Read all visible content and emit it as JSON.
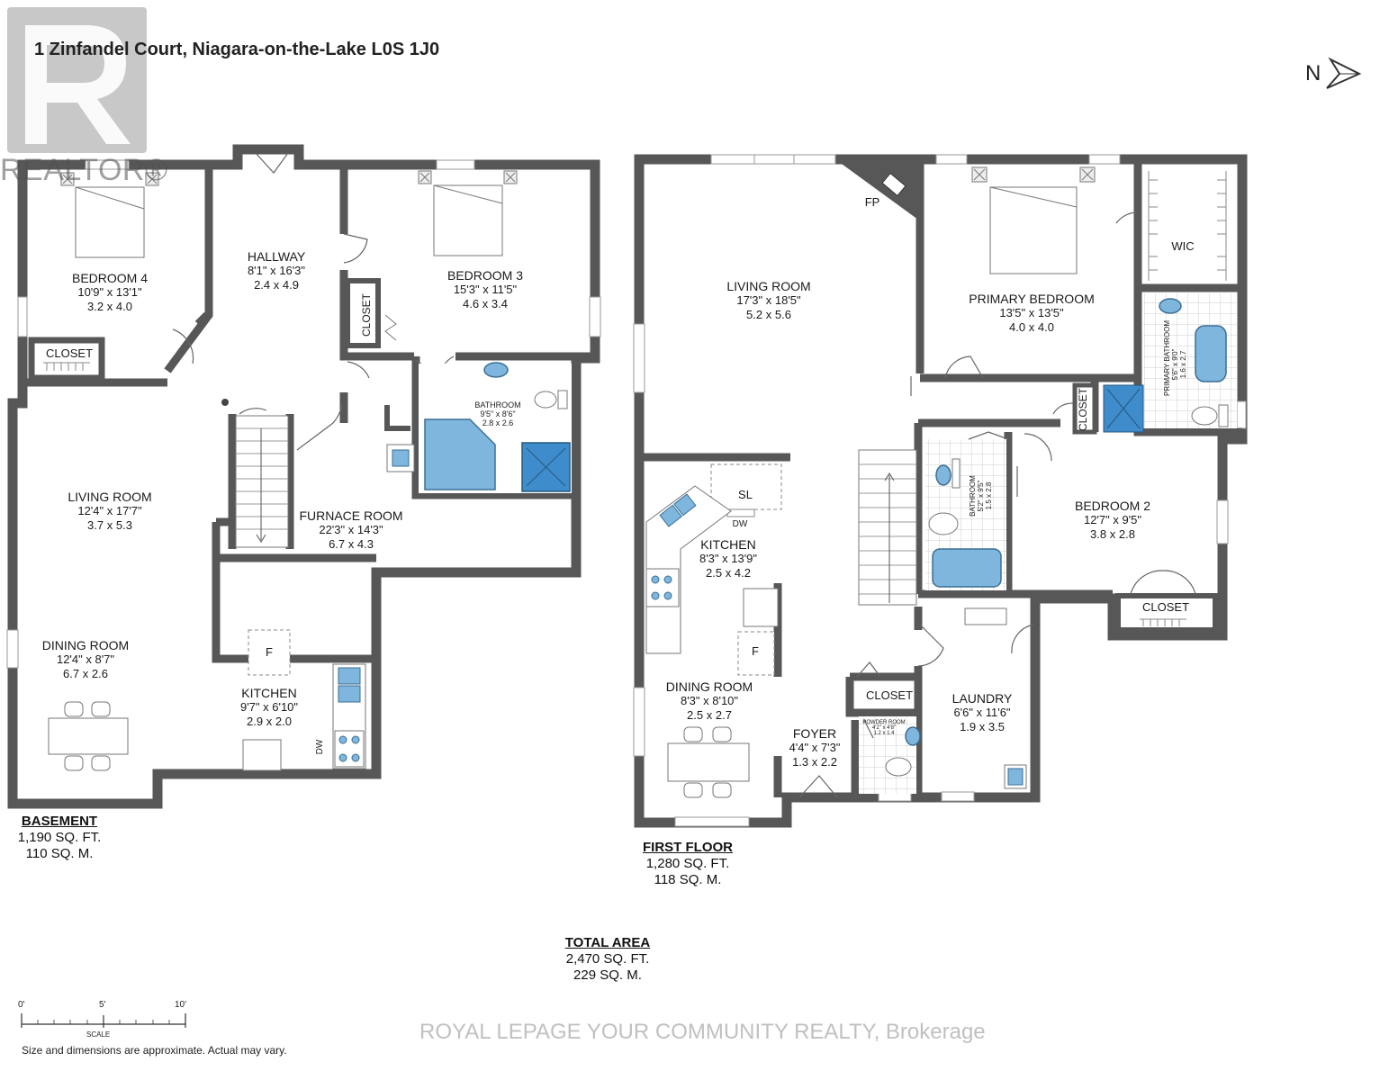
{
  "title": "1 Zinfandel Court, Niagara-on-the-Lake L0S 1J0",
  "north": "N",
  "logo_text": "REALTOR®",
  "watermark": "ROYAL LEPAGE YOUR COMMUNITY REALTY, Brokerage",
  "colors": {
    "wall": "#575757",
    "fixture_blue": "#7fb6dd",
    "fixture_stroke": "#3b6e94",
    "tile": "#cfcfcf"
  },
  "basement": {
    "name": "BASEMENT",
    "sqft": "1,190 SQ. FT.",
    "sqm": "110 SQ. M.",
    "rooms": {
      "bedroom4": {
        "name": "BEDROOM 4",
        "dim_ft": "10'9\" x 13'1\"",
        "dim_m": "3.2 x 4.0"
      },
      "hallway": {
        "name": "HALLWAY",
        "dim_ft": "8'1\" x 16'3\"",
        "dim_m": "2.4 x 4.9"
      },
      "bedroom3": {
        "name": "BEDROOM 3",
        "dim_ft": "15'3\" x 11'5\"",
        "dim_m": "4.6 x 3.4"
      },
      "closet_b4": {
        "name": "CLOSET"
      },
      "closet_b3": {
        "name": "CLOSET"
      },
      "bathroom": {
        "name": "BATHROOM",
        "dim_ft": "9'5\" x 8'6\"",
        "dim_m": "2.8 x 2.6"
      },
      "living": {
        "name": "LIVING ROOM",
        "dim_ft": "12'4\" x 17'7\"",
        "dim_m": "3.7 x 5.3"
      },
      "furnace": {
        "name": "FURNACE ROOM",
        "dim_ft": "22'3\" x 14'3\"",
        "dim_m": "6.7 x 4.3"
      },
      "dining": {
        "name": "DINING ROOM",
        "dim_ft": "12'4\" x 8'7\"",
        "dim_m": "6.7 x 2.6"
      },
      "kitchen": {
        "name": "KITCHEN",
        "dim_ft": "9'7\" x 6'10\"",
        "dim_m": "2.9 x 2.0"
      },
      "fridge": "F",
      "dishwasher": "DW"
    }
  },
  "first_floor": {
    "name": "FIRST FLOOR",
    "sqft": "1,280 SQ. FT.",
    "sqm": "118 SQ. M.",
    "rooms": {
      "living": {
        "name": "LIVING ROOM",
        "dim_ft": "17'3\" x 18'5\"",
        "dim_m": "5.2 x 5.6"
      },
      "fireplace": "FP",
      "primary": {
        "name": "PRIMARY BEDROOM",
        "dim_ft": "13'5\" x 13'5\"",
        "dim_m": "4.0 x 4.0"
      },
      "wic": "WIC",
      "primary_bath": {
        "name": "PRIMARY BATHROOM",
        "dim_ft": "5'6\" x 9'0\"",
        "dim_m": "1.6 x 2.7"
      },
      "closet_primary": "CLOSET",
      "kitchen": {
        "name": "KITCHEN",
        "dim_ft": "8'3\" x 13'9\"",
        "dim_m": "2.5 x 4.2"
      },
      "sl": "SL",
      "dw": "DW",
      "fridge": "F",
      "bathroom": {
        "name": "BATHROOM",
        "dim_ft": "5'2\" x 9'5\"",
        "dim_m": "1.5 x 2.8"
      },
      "bedroom2": {
        "name": "BEDROOM 2",
        "dim_ft": "12'7\" x 9'5\"",
        "dim_m": "3.8 x 2.8"
      },
      "closet_b2": "CLOSET",
      "dining": {
        "name": "DINING ROOM",
        "dim_ft": "8'3\" x 8'10\"",
        "dim_m": "2.5 x 2.7"
      },
      "closet_foyer": "CLOSET",
      "foyer": {
        "name": "FOYER",
        "dim_ft": "4'4\" x 7'3\"",
        "dim_m": "1.3 x 2.2"
      },
      "powder": {
        "name": "POWDER ROOM",
        "dim_ft": "4'2\" x 4'8\"",
        "dim_m": "1.2 x 1.4"
      },
      "laundry": {
        "name": "LAUNDRY",
        "dim_ft": "6'6\" x 11'6\"",
        "dim_m": "1.9 x 3.5"
      }
    }
  },
  "total": {
    "name": "TOTAL AREA",
    "sqft": "2,470 SQ. FT.",
    "sqm": "229 SQ. M."
  },
  "scale": {
    "label": "SCALE",
    "ticks": [
      "0'",
      "5'",
      "10'"
    ],
    "note": "Size and dimensions are approximate. Actual may vary."
  }
}
